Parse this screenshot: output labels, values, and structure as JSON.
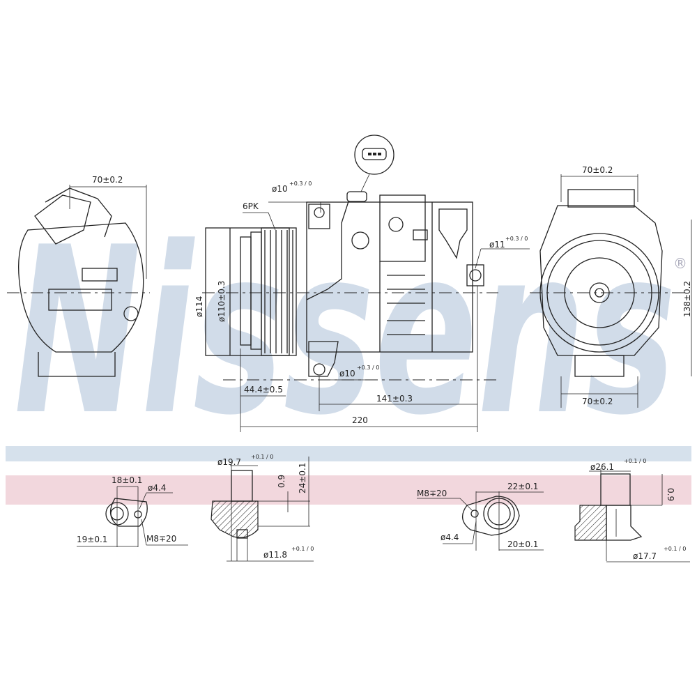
{
  "watermark": {
    "brand": "Nissens",
    "registered_mark": "®",
    "color": "#c9d6e6"
  },
  "bands": {
    "top_color": "#d6e1ec",
    "bottom_color": "#f2d7dd"
  },
  "left_view": {
    "width": "70±0.2"
  },
  "front_view": {
    "connector_hole_top": "ø10",
    "connector_hole_top_tol": "+0.3 / 0",
    "pulley": "6PK",
    "outer_diameter": "ø114",
    "pulley_diameter": "ø110±0.3",
    "right_hole": "ø11",
    "right_hole_tol": "+0.3 / 0",
    "bottom_hole": "ø10",
    "bottom_hole_tol": "+0.3 / 0",
    "offset": "44.4±0.5",
    "hole_distance": "141±0.3",
    "overall_length": "220"
  },
  "right_view": {
    "top_width": "70±0.2",
    "height": "138±0.2",
    "bottom_width": "70±0.2"
  },
  "ports": {
    "port1": {
      "width": "18±0.1",
      "hole": "ø4.4",
      "offset": "19±0.1",
      "thread": "M8∓20"
    },
    "port2": {
      "diameter": "ø19.7",
      "diameter_tol": "+0.1 / 0",
      "depth": "0.9",
      "height": "24±0.1",
      "inner": "ø11.8",
      "inner_tol": "+0.1 / 0"
    },
    "port3": {
      "thread": "M8∓20",
      "width": "22±0.1",
      "hole": "ø4.4",
      "offset": "20±0.1"
    },
    "port4": {
      "diameter": "ø26.1",
      "diameter_tol": "+0.1 / 0",
      "depth": "0.9",
      "inner": "ø17.7",
      "inner_tol": "+0.1 / 0"
    }
  }
}
